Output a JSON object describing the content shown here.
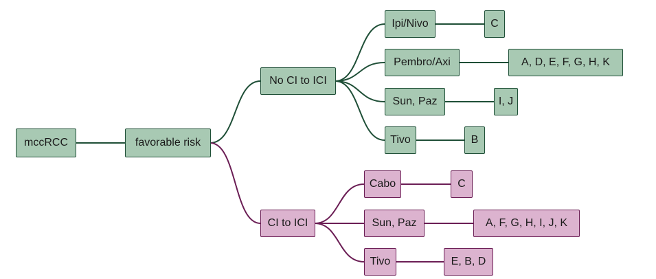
{
  "colors": {
    "green_edge": "#1f4f37",
    "pink_edge": "#6b1e55",
    "green_fill": "#a8c9b3",
    "pink_fill": "#dcb3cf"
  },
  "nodes": {
    "root": "mccRCC",
    "risk": "favorable risk",
    "no_ci": "No CI to ICI",
    "ipi": "Ipi/Nivo",
    "ipi_leaf": "C",
    "pembro": "Pembro/Axi",
    "pembro_leaf": "A, D, E, F, G, H, K",
    "sun1": "Sun, Paz",
    "sun1_leaf": "I, J",
    "tivo1": "Tivo",
    "tivo1_leaf": "B",
    "ci": "CI to ICI",
    "cabo": "Cabo",
    "cabo_leaf": "C",
    "sun2": "Sun, Paz",
    "sun2_leaf": "A, F, G, H, I, J, K",
    "tivo2": "Tivo",
    "tivo2_leaf": "E, B, D"
  }
}
